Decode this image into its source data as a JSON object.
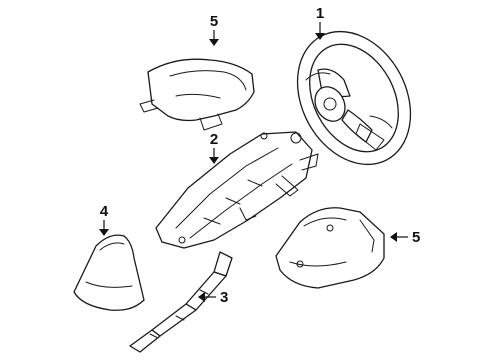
{
  "diagram": {
    "callouts": [
      {
        "id": "steering-wheel",
        "label": "1"
      },
      {
        "id": "steering-column",
        "label": "2"
      },
      {
        "id": "intermediate-shaft",
        "label": "3"
      },
      {
        "id": "column-boot",
        "label": "4"
      },
      {
        "id": "upper-shroud",
        "label": "5"
      },
      {
        "id": "lower-shroud",
        "label": "5"
      }
    ],
    "colors": {
      "line": "#1a1a1a",
      "background": "#ffffff"
    }
  }
}
